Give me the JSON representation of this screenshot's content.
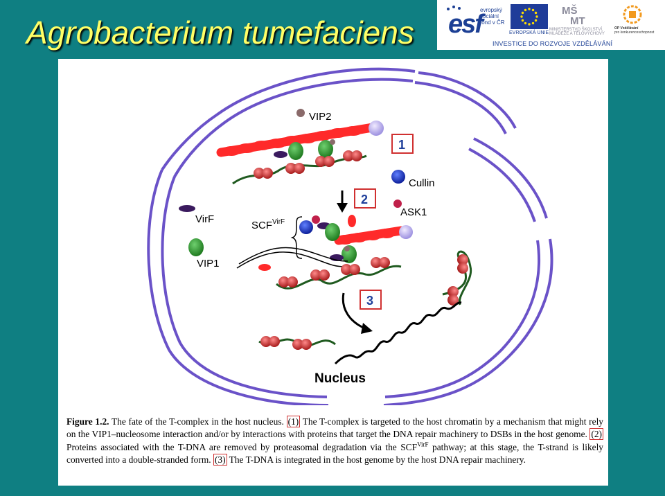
{
  "slide": {
    "title": "Agrobacterium tumefaciens"
  },
  "banner": {
    "esf_letters": "esf",
    "esf_line1": "evropský",
    "esf_line2": "sociální",
    "esf_line3": "fond v ČR",
    "eu_label": "EVROPSKÁ UNIE",
    "msmt_line1": "MINISTERSTVO ŠKOLSTVÍ,",
    "msmt_line2": "MLÁDEŽE A TĚLOVÝCHOVY",
    "op_line1": "OP Vzdělávání",
    "op_line2": "pro konkurenceschopnost",
    "footer": "INVESTICE DO ROZVOJE VZDĚLÁVÁNÍ",
    "colors": {
      "esf_blue": "#1c3f94",
      "eu_blue": "#1f3c99",
      "eu_star": "#ffdd00",
      "op_orange": "#f29a1f"
    }
  },
  "diagram": {
    "labels": {
      "vip2": "VIP2",
      "cullin": "Cullin",
      "ask1": "ASK1",
      "virf": "VirF",
      "scf": "SCF",
      "scf_sup": "VirF",
      "vip1": "VIP1",
      "nucleus": "Nucleus"
    },
    "steps": [
      "1",
      "2",
      "3"
    ],
    "colors": {
      "membrane": "#6a52c8",
      "tcomplex": "#ff2a2a",
      "vip1": "#2e9e2e",
      "nucleosome": "#d23a3a",
      "dna": "#1f5a1f",
      "cullin": "#1f3fd0",
      "ask1": "#c0204a",
      "virf": "#3a1a5e",
      "vip2": "#8a6a6a",
      "step_box": "#d03030"
    }
  },
  "caption": {
    "fig_label": "Figure 1.2.",
    "lead": " The fate of the T-complex in the host nucleus. ",
    "step1": "(1)",
    "part1": " The T-complex is targeted to the host chromatin by a mechanism that might rely on the VIP1–nucleosome interaction and/or by interactions with proteins that target the DNA repair machinery to DSBs in the host genome. ",
    "step2": "(2)",
    "part2": " Proteins associated with the T-DNA are removed by proteasomal degradation via the SCF",
    "part2_sup": "VirF",
    "part2b": " pathway; at this stage, the T-strand is likely converted into a double-stranded form. ",
    "step3": "(3)",
    "part3": " The T-DNA is integrated in the host genome by the host DNA repair machinery."
  }
}
